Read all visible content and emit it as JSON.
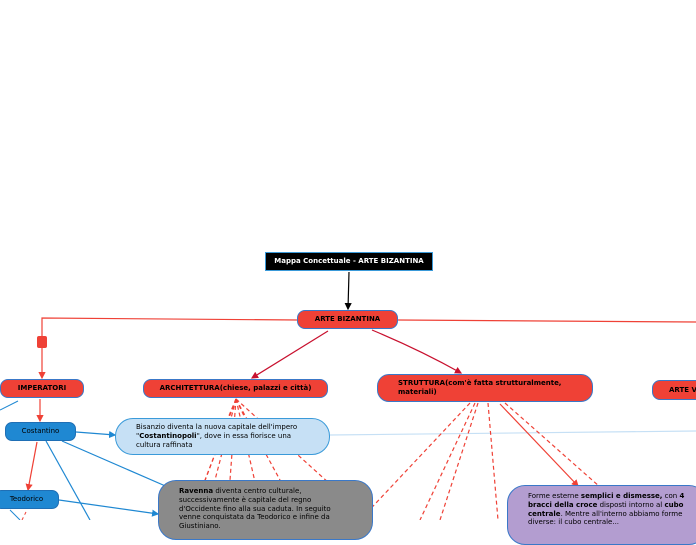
{
  "title": "Mappa Concettuale - ARTE BIZANTINA",
  "root": "ARTE BIZANTINA",
  "branches": {
    "imperatori": "IMPERATORI",
    "architettura": "ARCHITETTURA(chiese, palazzi e città)",
    "struttura": "STRUTTURA(com'è fatta strutturalmente, materiali)",
    "arte_v": "ARTE V"
  },
  "emperors": {
    "costantino": "Costantino",
    "teodorico": "Teodorico"
  },
  "notes": {
    "bisanzio_a": "Bisanzio diventa la nuova capitale dell'impero \"",
    "bisanzio_b": "Costantinopoli",
    "bisanzio_c": "\", dove in essa fiorisce una cultura raffinata",
    "ravenna_a": "Ravenna",
    "ravenna_b": " diventa centro culturale, successivamente è capitale del regno d'Occidente fino alla sua caduta. In seguito venne conquistata da Teodorico e infine da Giustiniano.",
    "forme_a": "Forme esterne ",
    "forme_b": "semplici e dismesse,",
    "forme_c": " con ",
    "forme_d": "4 bracci della croce",
    "forme_e": " disposti intorno al ",
    "forme_f": "cubo centrale",
    "forme_g": ". Mentre all'interno abbiamo forme diverse: il cubo centrale..."
  }
}
